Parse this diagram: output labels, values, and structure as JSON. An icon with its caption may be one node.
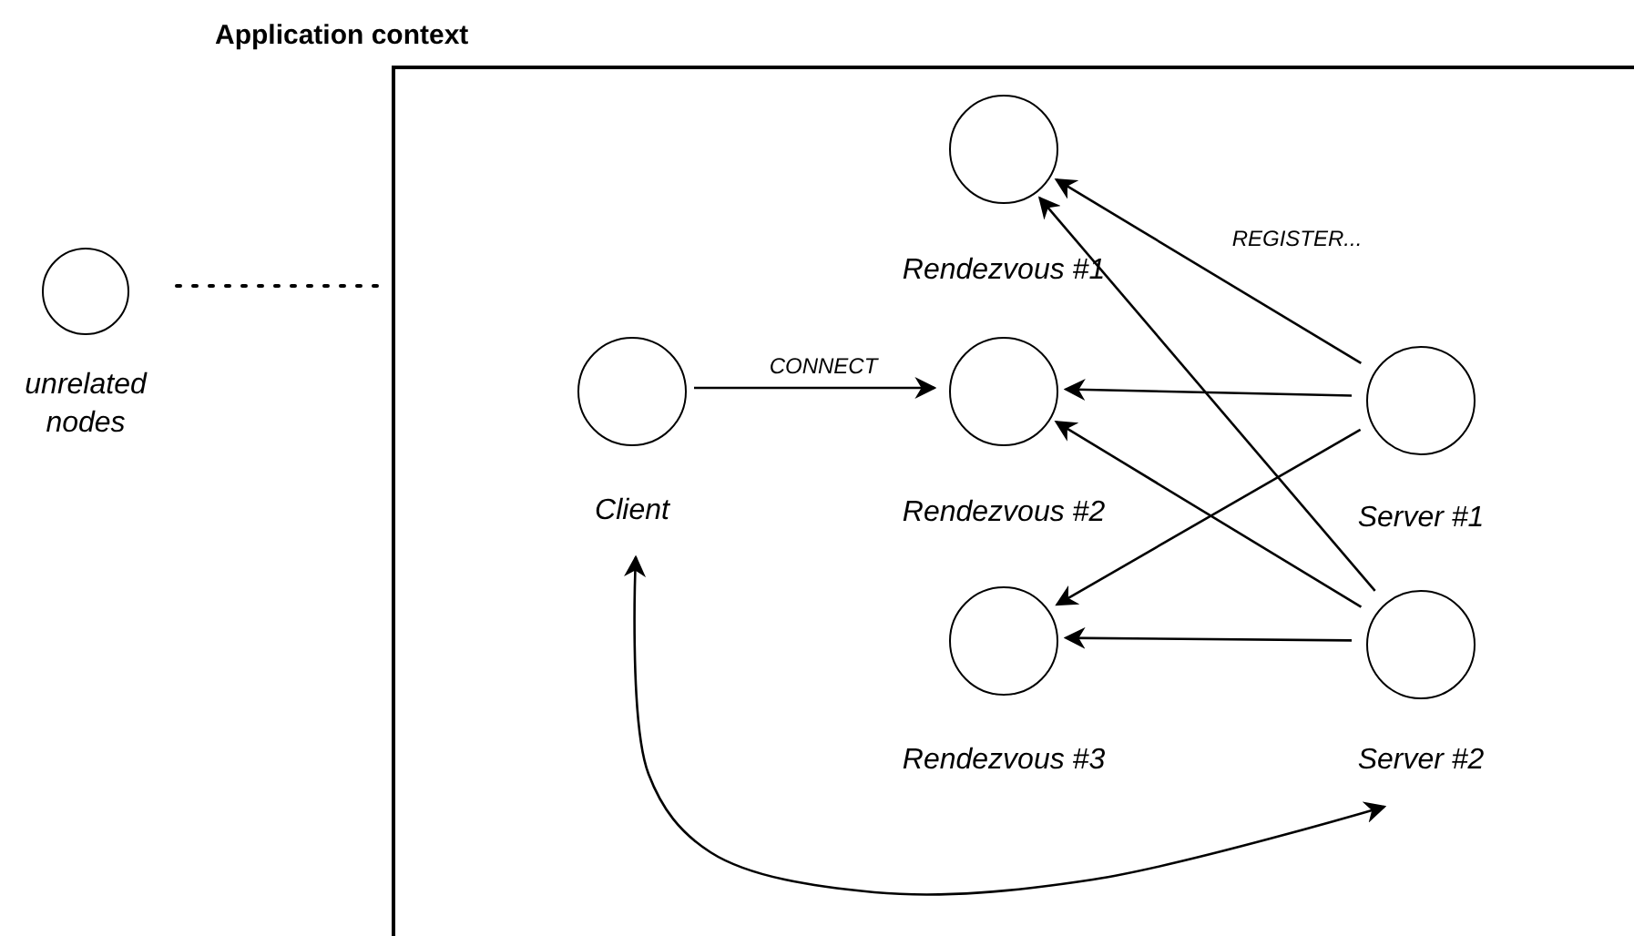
{
  "diagram": {
    "nodes": [
      {
        "text": [
          "Application context"
        ]
      },
      {
        "text": [
          "unrelated nodes"
        ]
      },
      {
        "text": [
          "Client"
        ],
        "in": 0
      },
      {
        "text": [
          "Rendezvous #1"
        ],
        "in": 0
      },
      {
        "text": [
          "Rendezvous #2"
        ],
        "in": 0
      },
      {
        "text": [
          "Rendezvous #3"
        ],
        "in": 0
      },
      {
        "text": [
          "Server #1"
        ],
        "in": 0
      },
      {
        "text": [
          "Server #2"
        ],
        "in": 0
      }
    ],
    "edges": [
      {
        "from": 1,
        "to": 0,
        "arrow": "none",
        "style": "dashed"
      },
      {
        "from": 2,
        "to": 4,
        "arrow": "to",
        "label": "CONNECT"
      },
      {
        "from": 6,
        "to": 3,
        "arrow": "to",
        "label": "REGISTER..."
      },
      {
        "from": 7,
        "to": 3,
        "arrow": "to"
      },
      {
        "from": 6,
        "to": 4,
        "arrow": "to"
      },
      {
        "from": 7,
        "to": 4,
        "arrow": "to"
      },
      {
        "from": 6,
        "to": 5,
        "arrow": "to"
      },
      {
        "from": 7,
        "to": 5,
        "arrow": "to"
      },
      {
        "from": 2,
        "to": 7,
        "arrow": "both"
      }
    ]
  }
}
